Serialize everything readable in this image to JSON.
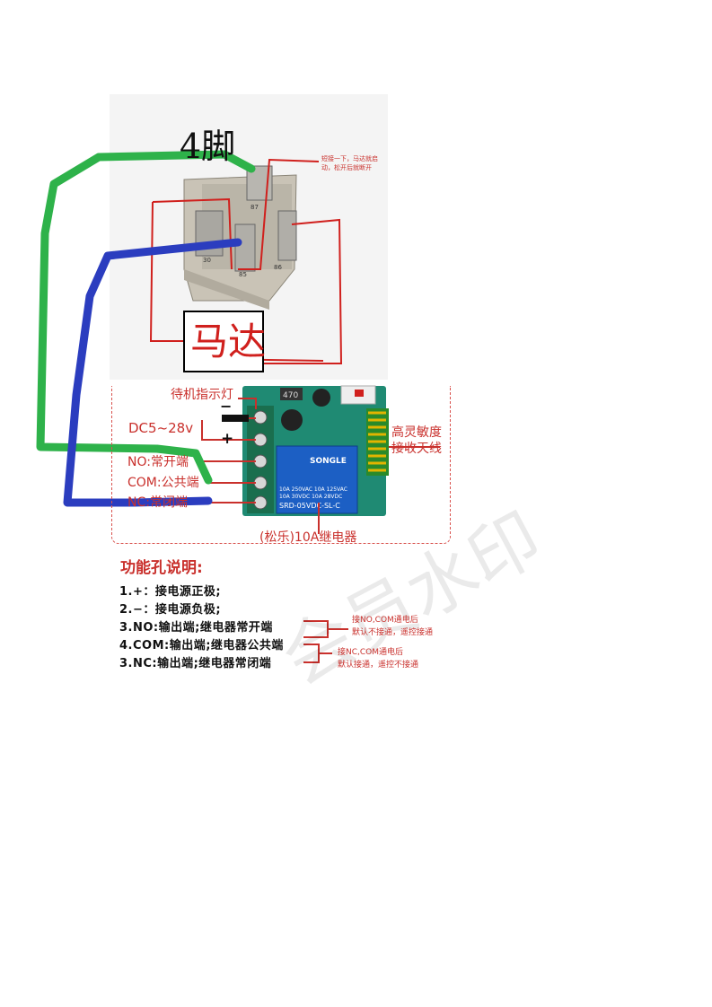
{
  "header": {
    "pins_title": "4脚"
  },
  "relay_photo": {
    "note_line1": "短接一下，马达就启",
    "note_line2": "动，松开后就断开",
    "motor_box_label": "马达",
    "pin_codes": [
      "87",
      "30",
      "85",
      "86"
    ]
  },
  "board": {
    "standby_led": "待机指示灯",
    "dc_range": "DC5~28v",
    "minus_sign": "−",
    "plus_sign": "+",
    "no_label": "NO:常开端",
    "com_label": "COM:公共端",
    "nc_label": "NC:常闭端",
    "antenna_line1": "高灵敏度",
    "antenna_line2": "接收天线",
    "relay_brand": "(松乐)10A继电器",
    "relay_chip": {
      "brand": "SONGLE",
      "spec1": "10A 250VAC 10A 125VAC",
      "spec2": "10A 30VDC 10A 28VDC",
      "model": "SRD-05VDC-SL-C",
      "cap_label": "470"
    }
  },
  "legend": {
    "title": "功能孔说明:",
    "items": [
      "1.+：接电源正极;",
      "2.−：接电源负极;",
      "3.NO:输出端;继电器常开端",
      "4.COM:输出端;继电器公共端",
      "3.NC:输出端;继电器常闭端"
    ],
    "note_no_line1": "接NO,COM通电后",
    "note_no_line2": "默认不接通，遥控接通",
    "note_nc_line1": "接NC,COM通电后",
    "note_nc_line2": "默认接通，遥控不接通"
  },
  "watermark": "会员水印",
  "colors": {
    "red": "#c9302c",
    "green_wire": "#2eb24a",
    "blue_wire": "#2b3dbf",
    "pcb": "#1f8a73",
    "relay_blue": "#1c5fc4"
  }
}
